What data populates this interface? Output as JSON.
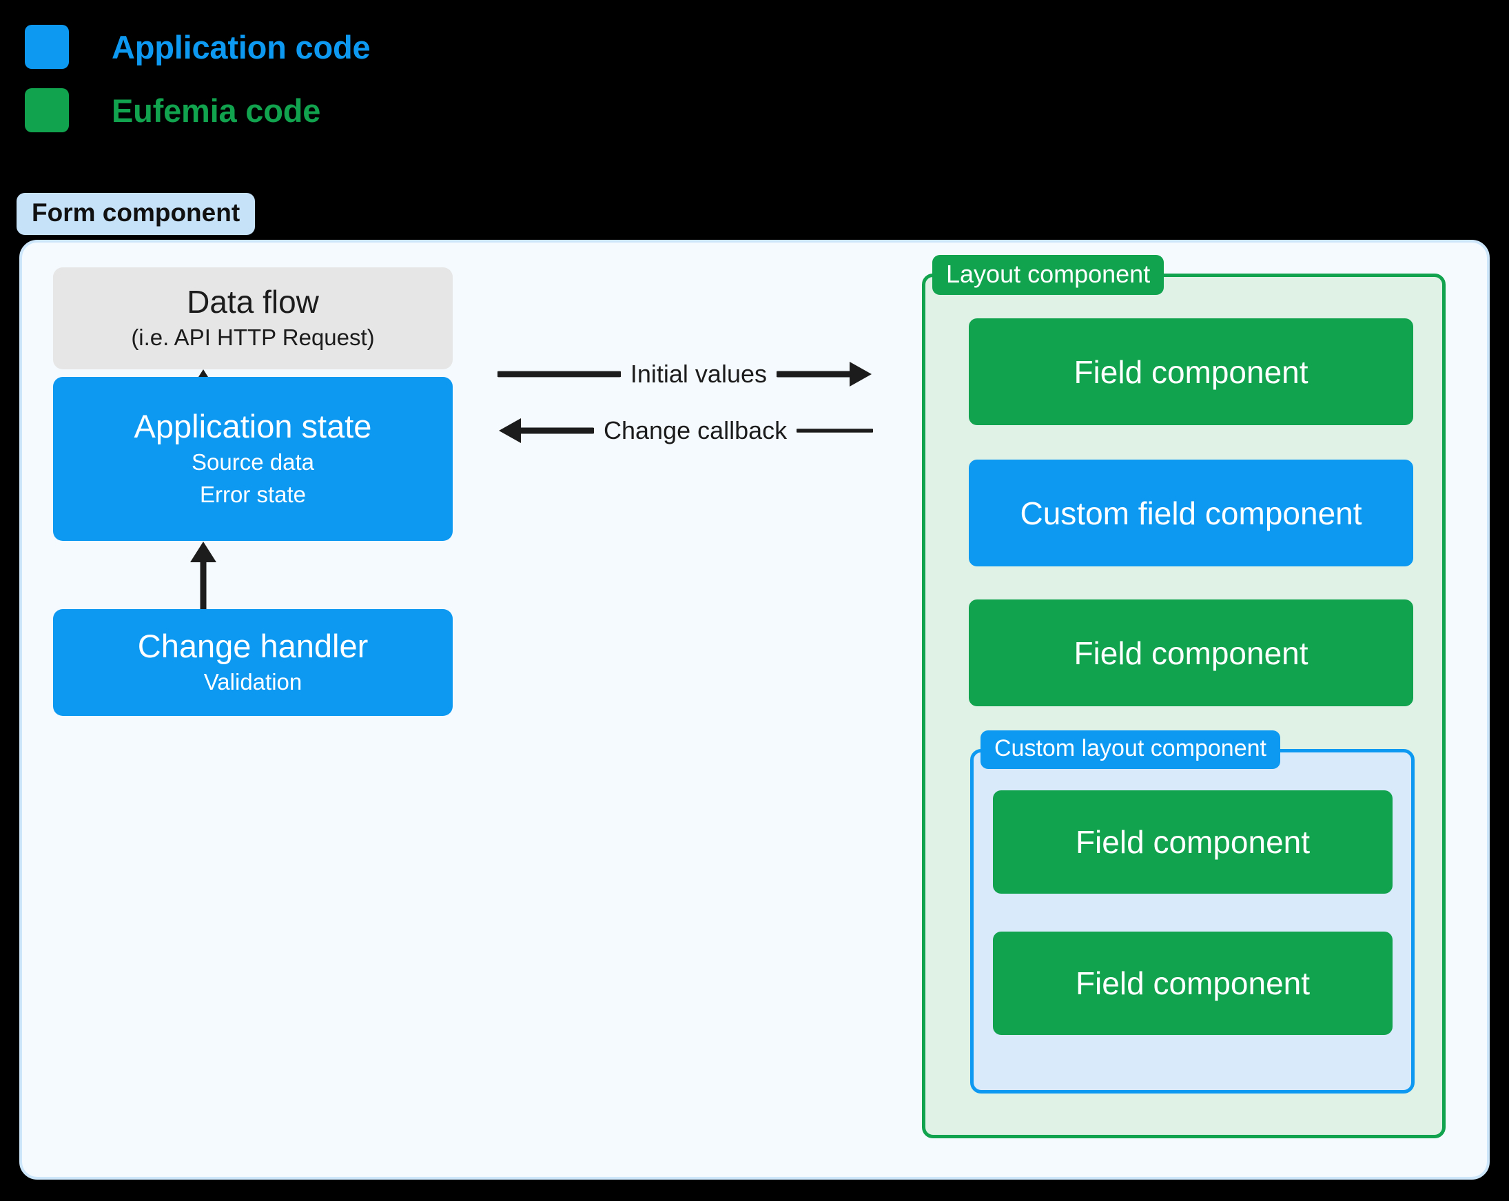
{
  "legend": {
    "items": [
      {
        "label": "Application code",
        "color": "#0d99f2"
      },
      {
        "label": "Eufemia code",
        "color": "#12a34f"
      }
    ]
  },
  "form": {
    "badge": "Form component",
    "badge_bg": "#c5e2f9",
    "panel_bg": "#f5fafe",
    "panel_border": "#cde6fa"
  },
  "left_column": {
    "data_flow": {
      "title": "Data flow",
      "subtitle": "(i.e. API HTTP Request)",
      "bg": "#e6e6e6"
    },
    "application_state": {
      "title": "Application state",
      "subtitle_1": "Source data",
      "subtitle_2": "Error state",
      "bg": "#0d99f2"
    },
    "change_handler": {
      "title": "Change handler",
      "subtitle": "Validation",
      "bg": "#0d99f2"
    }
  },
  "connectors": {
    "data_flow_to_state": "bidirectional-vertical-arrow",
    "change_handler_to_state": "up-arrow",
    "initial_values": {
      "label": "Initial values",
      "direction": "right"
    },
    "change_callback": {
      "label": "Change callback",
      "direction": "left"
    }
  },
  "layout_component": {
    "badge": "Layout component",
    "badge_bg": "#12a34f",
    "panel_bg": "#e0f2e5",
    "panel_border": "#12a34f",
    "children": [
      {
        "label": "Field component",
        "kind": "eufemia"
      },
      {
        "label": "Custom field component",
        "kind": "application"
      },
      {
        "label": "Field component",
        "kind": "eufemia"
      }
    ],
    "custom_layout_component": {
      "badge": "Custom layout component",
      "badge_bg": "#0d99f2",
      "panel_bg": "#d9eafb",
      "panel_border": "#0d99f2",
      "children": [
        {
          "label": "Field component",
          "kind": "eufemia"
        },
        {
          "label": "Field component",
          "kind": "eufemia"
        }
      ]
    }
  }
}
